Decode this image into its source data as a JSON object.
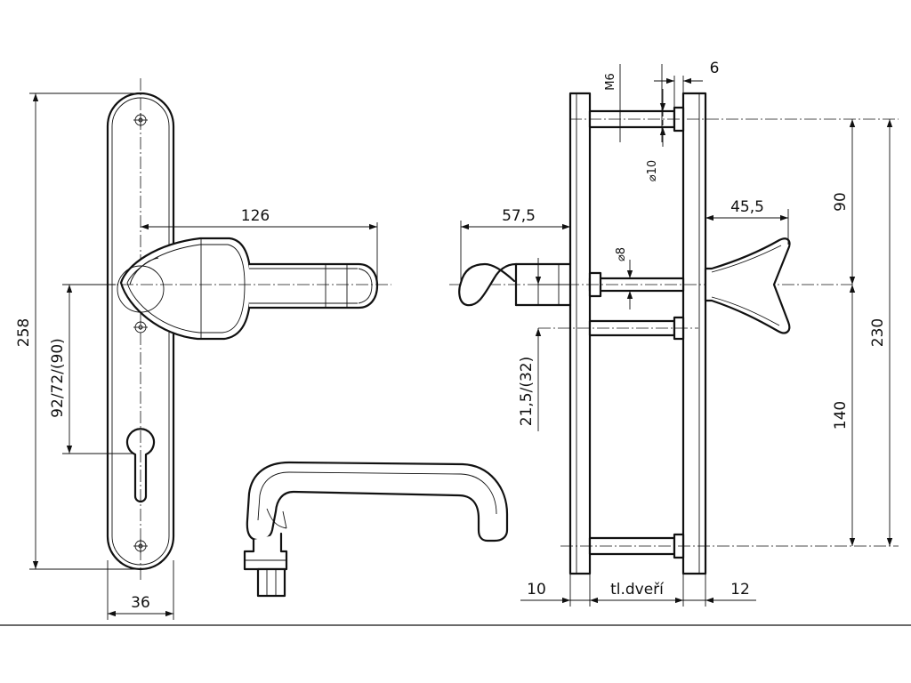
{
  "dimensions": {
    "front_height": "258",
    "front_width": "36",
    "lever_length": "126",
    "spacing": "92/72/(90)",
    "spindle_offset": "57,5",
    "knob_projection": "45,5",
    "screw_thread": "M6",
    "screw_head": "6",
    "screw_diameter": "⌀10",
    "spindle_square": "⌀8",
    "cylinder_offset": "21,5/(32)",
    "upper_screw": "90",
    "lower_screw": "140",
    "screw_span": "230",
    "plate_outer_thickness": "10",
    "door_thickness": "tl.dveří",
    "plate_inner_thickness": "12"
  }
}
